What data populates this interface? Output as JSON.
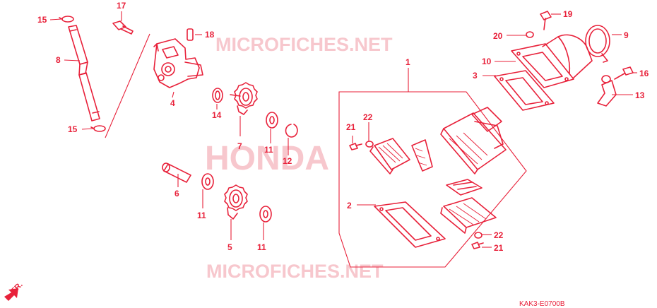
{
  "watermarks": {
    "top": "MICROFICHES.NET",
    "center": "HONDA",
    "bottom": "MICROFICHES.NET"
  },
  "diagram_code": "KAK3-E0700B",
  "direction_label": "FR.",
  "labels": {
    "p1": "1",
    "p2": "2",
    "p3": "3",
    "p4": "4",
    "p5": "5",
    "p6": "6",
    "p7": "7",
    "p8": "8",
    "p9": "9",
    "p10": "10",
    "p11a": "11",
    "p11b": "11",
    "p11c": "11",
    "p12": "12",
    "p13": "13",
    "p14": "14",
    "p15a": "15",
    "p15b": "15",
    "p16": "16",
    "p17": "17",
    "p18": "18",
    "p19": "19",
    "p20": "20",
    "p21a": "21",
    "p21b": "21",
    "p22a": "22",
    "p22b": "22"
  },
  "colors": {
    "line": "#e8213a",
    "watermark": "#f7c7cd",
    "background": "#ffffff"
  }
}
